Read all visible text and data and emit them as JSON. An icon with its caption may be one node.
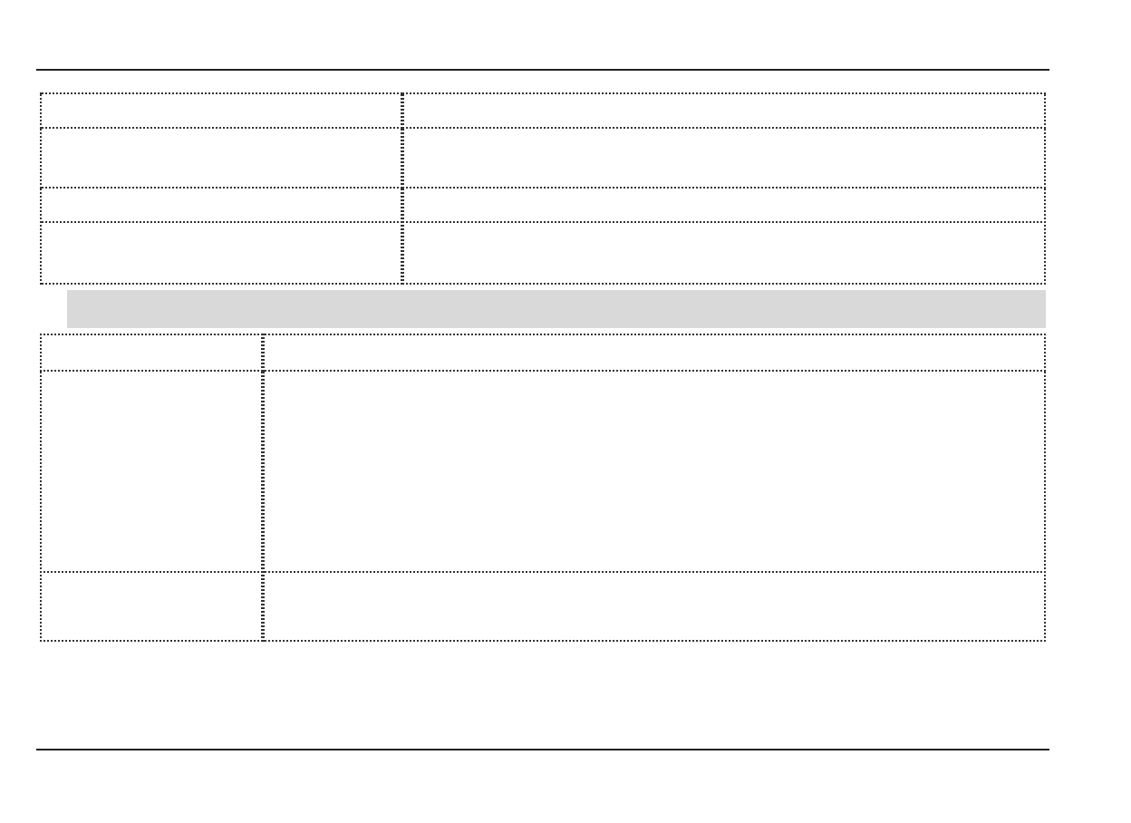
{
  "diagram": {
    "nodes": [
      {
        "text": [],
        "shape": "box"
      },
      {
        "text": [],
        "shape": "box"
      },
      {
        "text": [],
        "shape": "box"
      },
      {
        "text": [],
        "shape": "box"
      },
      {
        "text": [],
        "shape": "box"
      },
      {
        "text": [],
        "shape": "box"
      },
      {
        "text": [],
        "shape": "box"
      },
      {
        "text": [],
        "shape": "box"
      },
      {
        "text": [],
        "shape": "bar"
      },
      {
        "text": [],
        "shape": "box"
      },
      {
        "text": [],
        "shape": "box"
      },
      {
        "text": [],
        "shape": "box"
      },
      {
        "text": [],
        "shape": "box"
      },
      {
        "text": [],
        "shape": "box"
      },
      {
        "text": [],
        "shape": "box"
      }
    ]
  }
}
